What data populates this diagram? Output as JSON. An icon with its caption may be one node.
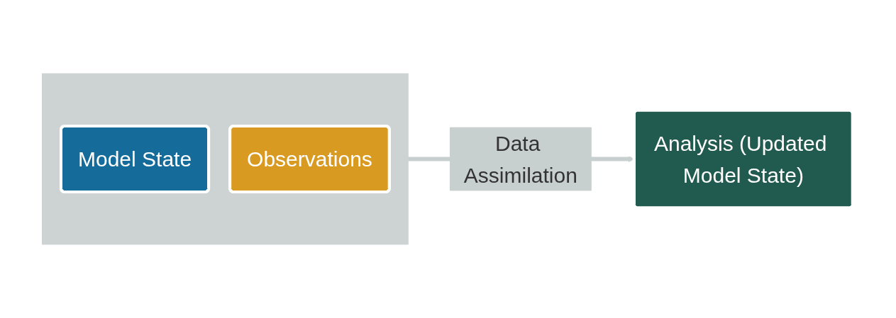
{
  "diagram": {
    "nodes": [
      {
        "text": [],
        "shape": "box"
      },
      {
        "text": [
          "Model State"
        ],
        "in": 0
      },
      {
        "text": [
          "Observations"
        ],
        "in": 0
      },
      {
        "text": [
          "Analysis (Updated Model State)"
        ]
      }
    ],
    "edges": [
      {
        "from": 0,
        "to": 3,
        "arrow": "to",
        "label": "Data Assimilation",
        "color": "#c8cfcf"
      }
    ]
  }
}
